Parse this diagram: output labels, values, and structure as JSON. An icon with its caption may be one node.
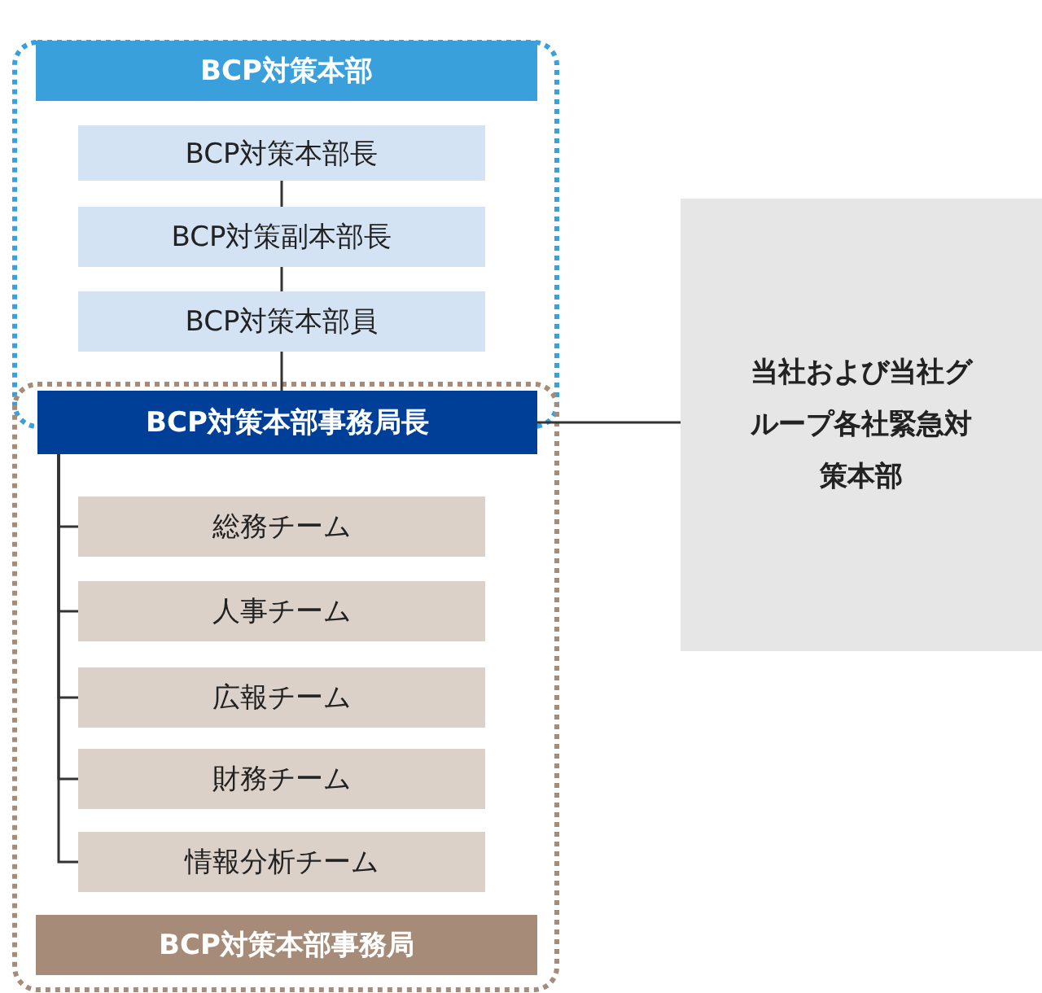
{
  "diagram": {
    "nodes": [
      {
        "text": [
          "BCP対策本部"
        ]
      },
      {
        "text": [
          "BCP対策本部長"
        ]
      },
      {
        "text": [
          "BCP対策副本部長"
        ]
      },
      {
        "text": [
          "BCP対策本部員"
        ]
      },
      {
        "text": [
          "BCP対策本部事務局長"
        ]
      },
      {
        "text": [
          "総務チーム"
        ]
      },
      {
        "text": [
          "人事チーム"
        ]
      },
      {
        "text": [
          "広報チーム"
        ]
      },
      {
        "text": [
          "財務チーム"
        ]
      },
      {
        "text": [
          "情報分析チーム"
        ]
      },
      {
        "text": [
          "BCP対策本部事務局"
        ]
      },
      {
        "text": [
          "当社および当社グループ各社緊急対策本部"
        ]
      }
    ],
    "edges": [
      {
        "from": 1,
        "to": 2,
        "arrow": "none"
      },
      {
        "from": 2,
        "to": 3,
        "arrow": "none"
      },
      {
        "from": 3,
        "to": 4,
        "arrow": "none"
      },
      {
        "from": 4,
        "to": 5,
        "arrow": "none"
      },
      {
        "from": 4,
        "to": 6,
        "arrow": "none"
      },
      {
        "from": 4,
        "to": 7,
        "arrow": "none"
      },
      {
        "from": 4,
        "to": 8,
        "arrow": "none"
      },
      {
        "from": 4,
        "to": 9,
        "arrow": "none"
      },
      {
        "from": 4,
        "to": 11,
        "arrow": "none"
      }
    ]
  }
}
